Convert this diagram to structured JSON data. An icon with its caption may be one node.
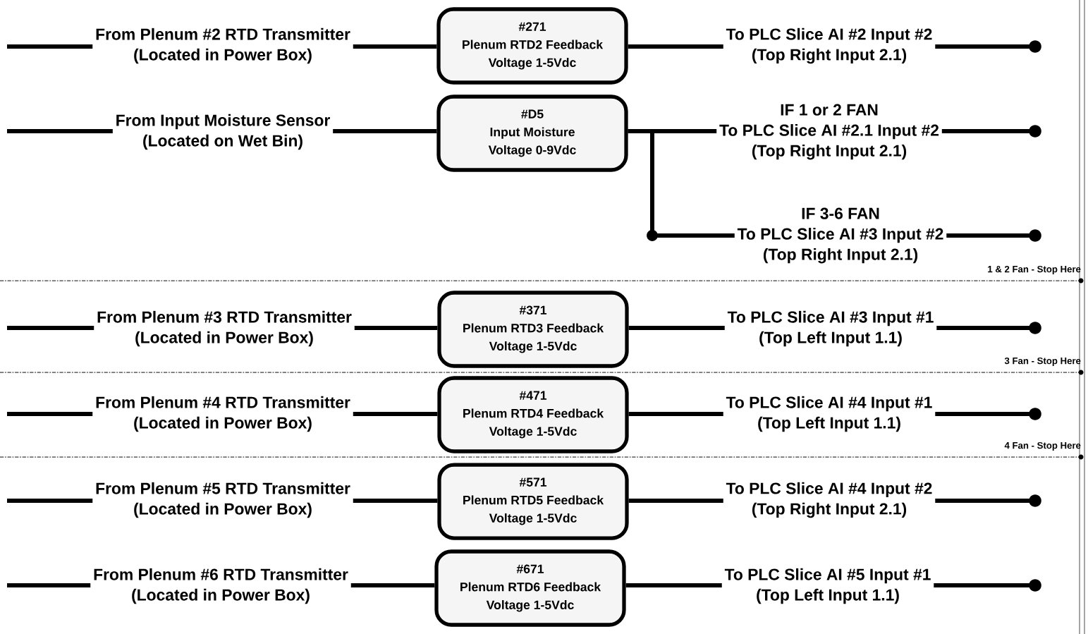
{
  "diagram": {
    "nodes": [
      {
        "text": [
          "From Plenum #2 RTD Transmitter",
          "(Located in Power Box)"
        ]
      },
      {
        "text": [
          "#271",
          "Plenum RTD2 Feedback",
          "Voltage 1-5Vdc"
        ]
      },
      {
        "text": [
          "To PLC Slice AI #2 Input #2",
          "(Top Right Input 2.1)"
        ]
      },
      {
        "text": [
          "From Input Moisture Sensor",
          "(Located on Wet Bin)"
        ]
      },
      {
        "text": [
          "#D5",
          "Input Moisture",
          "Voltage 0-9Vdc"
        ]
      },
      {
        "text": [
          "IF 1 or 2 FAN",
          "To PLC Slice AI #2.1 Input #2",
          "(Top Right Input 2.1)"
        ]
      },
      {
        "text": [
          "IF 3-6 FAN",
          "To PLC Slice AI #3 Input #2",
          "(Top Right Input 2.1)"
        ]
      },
      {
        "text": [
          "From Plenum #3 RTD Transmitter",
          "(Located in Power Box)"
        ]
      },
      {
        "text": [
          "#371",
          "Plenum RTD3 Feedback",
          "Voltage 1-5Vdc"
        ]
      },
      {
        "text": [
          "To PLC Slice AI #3 Input #1",
          "(Top Left Input 1.1)"
        ]
      },
      {
        "text": [
          "From Plenum #4 RTD Transmitter",
          "(Located in Power Box)"
        ]
      },
      {
        "text": [
          "#471",
          "Plenum RTD4 Feedback",
          "Voltage 1-5Vdc"
        ]
      },
      {
        "text": [
          "To PLC Slice AI #4 Input #1",
          "(Top Left Input 1.1)"
        ]
      },
      {
        "text": [
          "From Plenum #5 RTD Transmitter",
          "(Located in Power Box)"
        ]
      },
      {
        "text": [
          "#571",
          "Plenum RTD5 Feedback",
          "Voltage 1-5Vdc"
        ]
      },
      {
        "text": [
          "To PLC Slice AI #4 Input #2",
          "(Top Right Input 2.1)"
        ]
      },
      {
        "text": [
          "From Plenum #6 RTD Transmitter",
          "(Located in Power Box)"
        ]
      },
      {
        "text": [
          "#671",
          "Plenum RTD6 Feedback",
          "Voltage 1-5Vdc"
        ]
      },
      {
        "text": [
          "To PLC Slice AI #5 Input #1",
          "(Top Left Input 1.1)"
        ]
      }
    ],
    "edges": [
      {
        "from": null,
        "to": 0,
        "arrow": "none"
      },
      {
        "from": 0,
        "to": 1,
        "arrow": "none"
      },
      {
        "from": 1,
        "to": 2,
        "arrow": "none"
      },
      {
        "from": 2,
        "to": null,
        "arrow": "other"
      },
      {
        "from": null,
        "to": 3,
        "arrow": "none"
      },
      {
        "from": 3,
        "to": 4,
        "arrow": "none"
      },
      {
        "from": 4,
        "to": 5,
        "arrow": "none"
      },
      {
        "from": 4,
        "to": 6,
        "arrow": "none"
      },
      {
        "from": 5,
        "to": null,
        "arrow": "other"
      },
      {
        "from": 6,
        "to": null,
        "arrow": "other"
      },
      {
        "from": null,
        "to": 7,
        "arrow": "none"
      },
      {
        "from": 7,
        "to": 8,
        "arrow": "none"
      },
      {
        "from": 8,
        "to": 9,
        "arrow": "none"
      },
      {
        "from": 9,
        "to": null,
        "arrow": "other"
      },
      {
        "from": null,
        "to": 10,
        "arrow": "none"
      },
      {
        "from": 10,
        "to": 11,
        "arrow": "none"
      },
      {
        "from": 11,
        "to": 12,
        "arrow": "none"
      },
      {
        "from": 12,
        "to": null,
        "arrow": "other"
      },
      {
        "from": null,
        "to": 13,
        "arrow": "none"
      },
      {
        "from": 13,
        "to": 14,
        "arrow": "none"
      },
      {
        "from": 14,
        "to": 15,
        "arrow": "none"
      },
      {
        "from": 15,
        "to": null,
        "arrow": "other"
      },
      {
        "from": null,
        "to": 16,
        "arrow": "none"
      },
      {
        "from": 16,
        "to": 17,
        "arrow": "none"
      },
      {
        "from": 17,
        "to": 18,
        "arrow": "none"
      },
      {
        "from": 18,
        "to": null,
        "arrow": "other"
      }
    ],
    "labels": [
      "1 & 2 Fan - Stop Here",
      "3 Fan - Stop Here",
      "4 Fan - Stop Here"
    ]
  }
}
